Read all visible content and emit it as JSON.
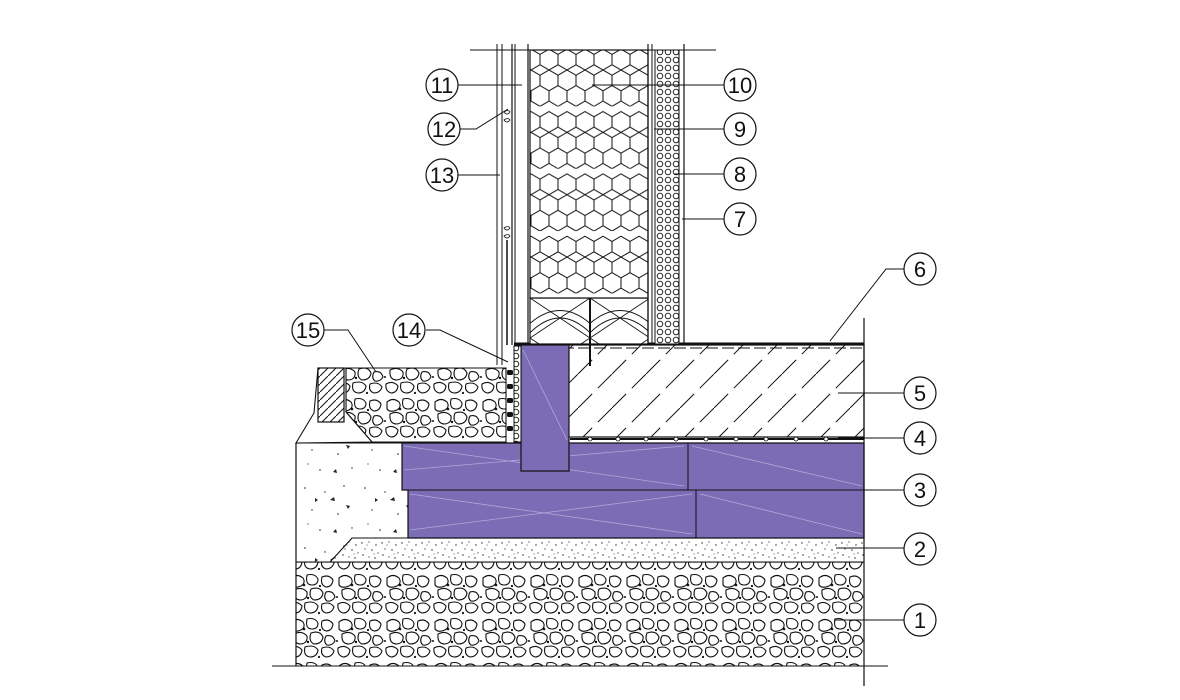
{
  "diagram": {
    "title": "",
    "callouts": [
      {
        "id": "c1",
        "label": "1"
      },
      {
        "id": "c2",
        "label": "2"
      },
      {
        "id": "c3",
        "label": "3"
      },
      {
        "id": "c4",
        "label": "4"
      },
      {
        "id": "c5",
        "label": "5"
      },
      {
        "id": "c6",
        "label": "6"
      },
      {
        "id": "c7",
        "label": "7"
      },
      {
        "id": "c8",
        "label": "8"
      },
      {
        "id": "c9",
        "label": "9"
      },
      {
        "id": "c10",
        "label": "10"
      },
      {
        "id": "c11",
        "label": "11"
      },
      {
        "id": "c12",
        "label": "12"
      },
      {
        "id": "c13",
        "label": "13"
      },
      {
        "id": "c14",
        "label": "14"
      },
      {
        "id": "c15",
        "label": "15"
      }
    ],
    "colors": {
      "insulation": "#7b6cb5",
      "line": "#111111"
    }
  }
}
